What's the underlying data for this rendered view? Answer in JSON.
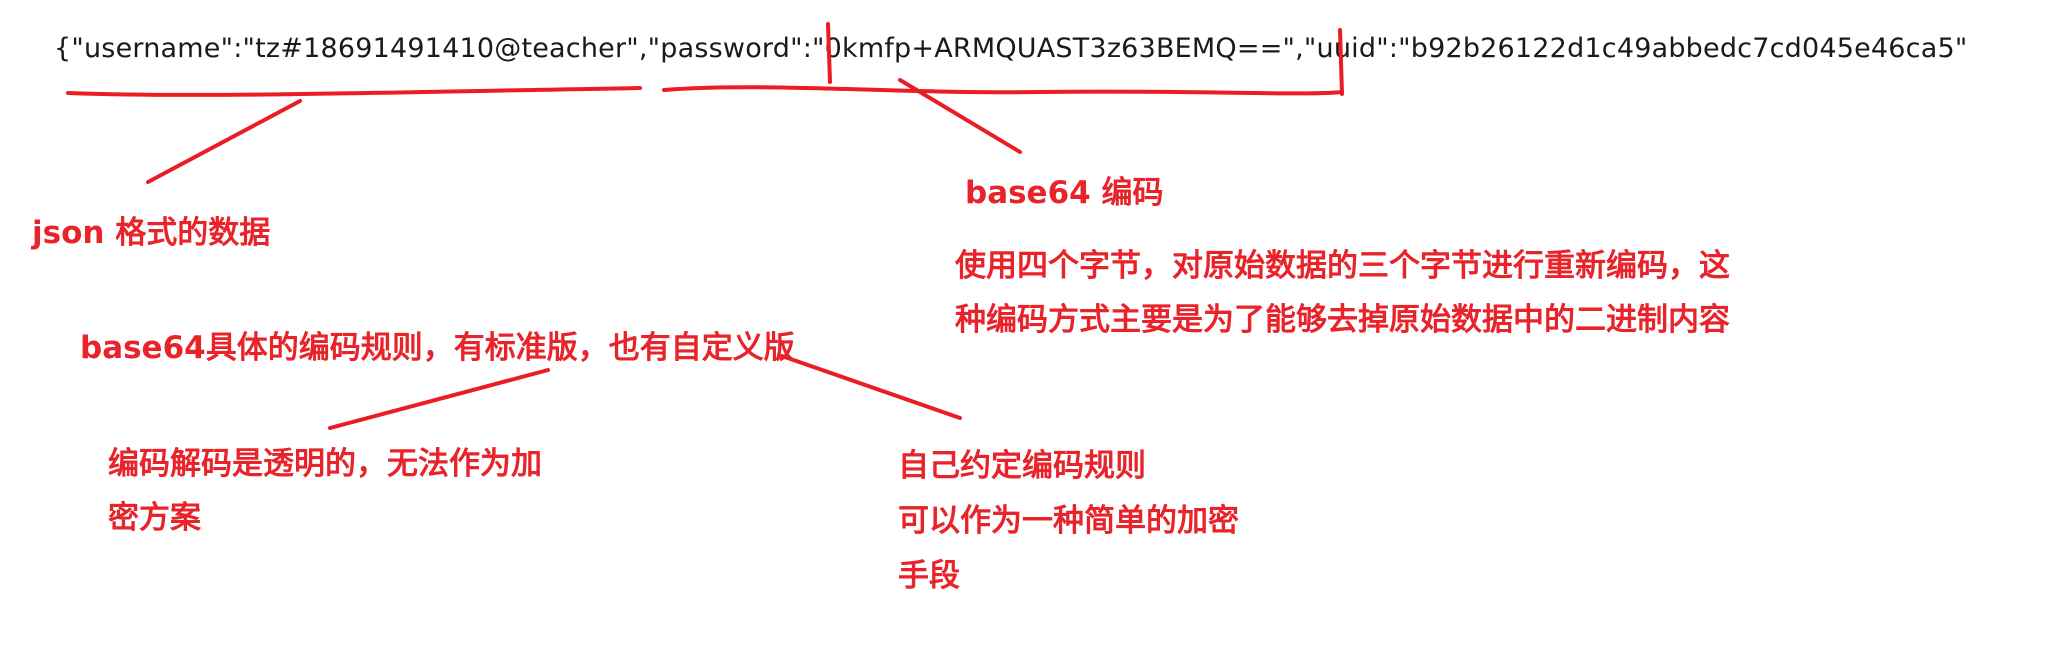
{
  "json_text": "{\"username\":\"tz#18691491410@teacher\",\"password\":\"0kmfp+ARMQUAST3z63BEMQ==\",\"uuid\":\"b92b26122d1c49abbedc7cd045e46ca5\"",
  "annotations": {
    "json_format": "json 格式的数据",
    "base64_label": "base64 编码",
    "base64_desc": [
      "使用四个字节，对原始数据的三个字节进行重新编码，这",
      "种编码方式主要是为了能够去掉原始数据中的二进制内容"
    ],
    "rules": "base64具体的编码规则，有标准版，也有自定义版",
    "transparent": [
      "编码解码是透明的，无法作为加",
      "密方案"
    ],
    "custom": [
      "自己约定编码规则",
      "可以作为一种简单的加密",
      "手段"
    ]
  },
  "colors": {
    "annotation": "#e8232a",
    "text": "#1a1a1a",
    "background": "#ffffff"
  }
}
